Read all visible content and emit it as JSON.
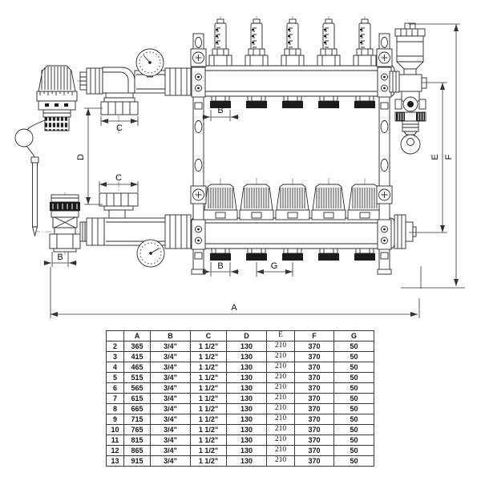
{
  "diagram": {
    "labels": {
      "A": "A",
      "B": "B",
      "C": "C",
      "D": "D",
      "E": "E",
      "F": "F",
      "G": "G"
    }
  },
  "table": {
    "headers": [
      "",
      "A",
      "B",
      "C",
      "D",
      "E",
      "F",
      "G"
    ],
    "rows": [
      [
        "2",
        "365",
        "3/4\"",
        "1 1/2\"",
        "130",
        "210",
        "370",
        "50"
      ],
      [
        "3",
        "415",
        "3/4\"",
        "1 1/2\"",
        "130",
        "210",
        "370",
        "50"
      ],
      [
        "4",
        "465",
        "3/4\"",
        "1 1/2\"",
        "130",
        "210",
        "370",
        "50"
      ],
      [
        "5",
        "515",
        "3/4\"",
        "1 1/2\"",
        "130",
        "210",
        "370",
        "50"
      ],
      [
        "6",
        "565",
        "3/4\"",
        "1 1/2\"",
        "130",
        "210",
        "370",
        "50"
      ],
      [
        "7",
        "615",
        "3/4\"",
        "1 1/2\"",
        "130",
        "210",
        "370",
        "50"
      ],
      [
        "8",
        "665",
        "3/4\"",
        "1 1/2\"",
        "130",
        "210",
        "370",
        "50"
      ],
      [
        "9",
        "715",
        "3/4\"",
        "1 1/2\"",
        "130",
        "210",
        "370",
        "50"
      ],
      [
        "10",
        "765",
        "3/4\"",
        "1 1/2\"",
        "130",
        "210",
        "370",
        "50"
      ],
      [
        "11",
        "815",
        "3/4\"",
        "1 1/2\"",
        "130",
        "210",
        "370",
        "50"
      ],
      [
        "12",
        "865",
        "3/4\"",
        "1 1/2\"",
        "130",
        "210",
        "370",
        "50"
      ],
      [
        "13",
        "915",
        "3/4\"",
        "1 1/2\"",
        "130",
        "210",
        "370",
        "50"
      ]
    ]
  }
}
